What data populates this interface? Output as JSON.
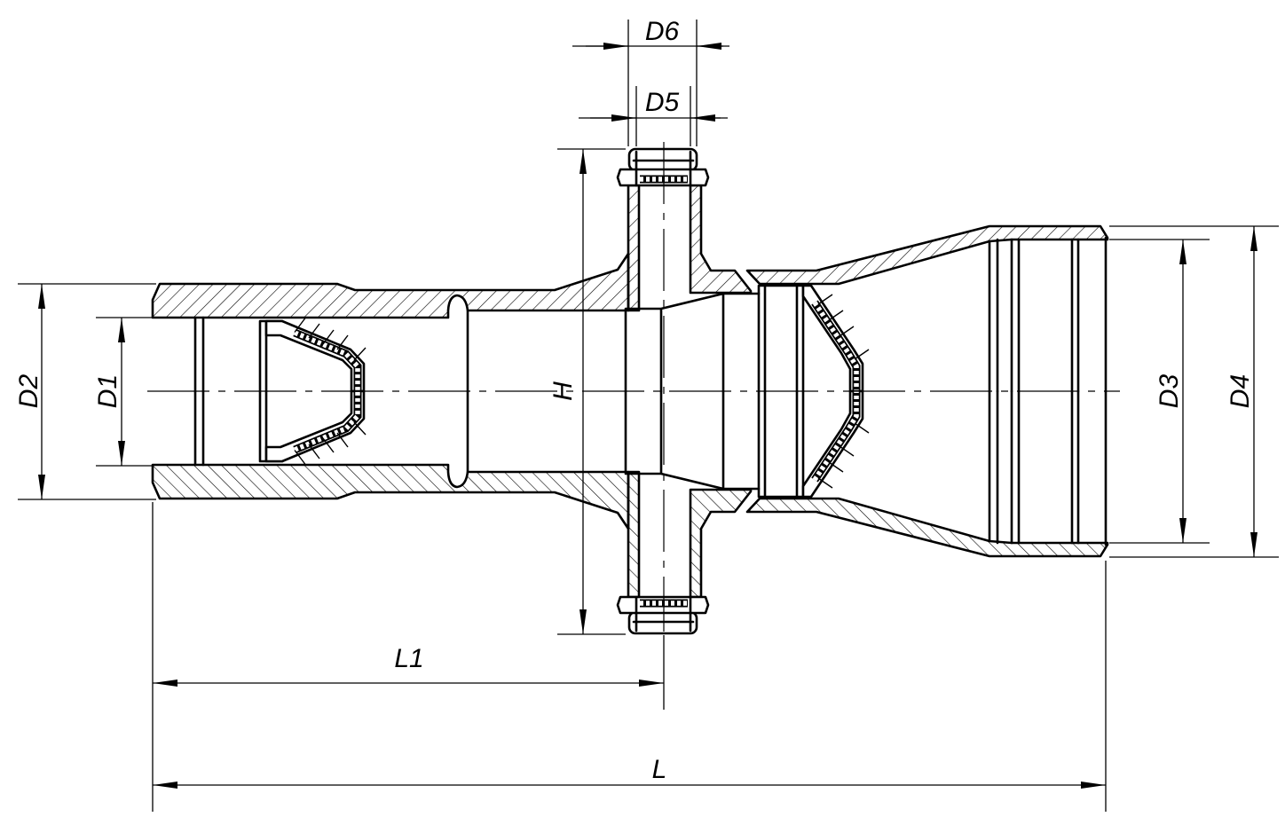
{
  "drawing": {
    "dimensions": {
      "d6": "D6",
      "d5": "D5",
      "h": "H",
      "d1": "D1",
      "d2": "D2",
      "d3": "D3",
      "d4": "D4",
      "l1": "L1",
      "l": "L"
    },
    "colors": {
      "line": "#000000",
      "background": "#ffffff"
    }
  }
}
